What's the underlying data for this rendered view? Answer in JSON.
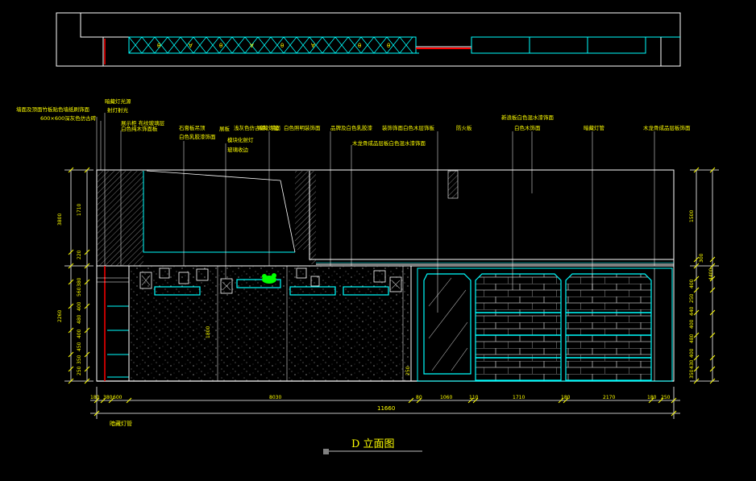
{
  "drawing": {
    "title": "D 立面图",
    "overall_width": "11660",
    "colors": {
      "background": "#000000",
      "outline": "#ffffff",
      "annotation": "#ffff00",
      "structure": "#00ffff",
      "accent": "#ff0000",
      "hatch": "#808080",
      "plant": "#00ff00"
    },
    "top_labels": [
      "墙面及顶面竹板贴色墙纸刷饰面",
      "600×600深灰色仿古砖",
      "暗藏灯光源",
      "射灯射光",
      "展示柜 布纹玻璃层",
      "白色纯木饰面板",
      "石膏板吊顶",
      "白色乳胶漆饰面",
      "展板",
      "模块化射灯",
      "玻璃收边",
      "暗藏灯管",
      "浅灰色仿古砖",
      "墙面",
      "白色照明装饰面",
      "品牌及白色乳胶漆",
      "木龙骨成品层板白色混水漆饰面",
      "装饰饰面白色木层饰板",
      "防火板",
      "新浪板白色混水漆饰面",
      "白色木饰面",
      "暗藏灯管",
      "木龙骨成品层板饰面"
    ],
    "bottom_dims": [
      "180",
      "380",
      "600",
      "8030",
      "80",
      "1060",
      "110",
      "1710",
      "180",
      "2170",
      "180",
      "250"
    ],
    "left_dims": [
      "3800",
      "1710",
      "220",
      "2260",
      "380",
      "560",
      "400",
      "480",
      "400",
      "450",
      "350",
      "250",
      "1800"
    ],
    "right_dims": [
      "1500",
      "300",
      "4400",
      "400",
      "250",
      "440",
      "400",
      "480",
      "400",
      "430",
      "350",
      "250"
    ],
    "bottom_label": "暗藏灯管"
  }
}
